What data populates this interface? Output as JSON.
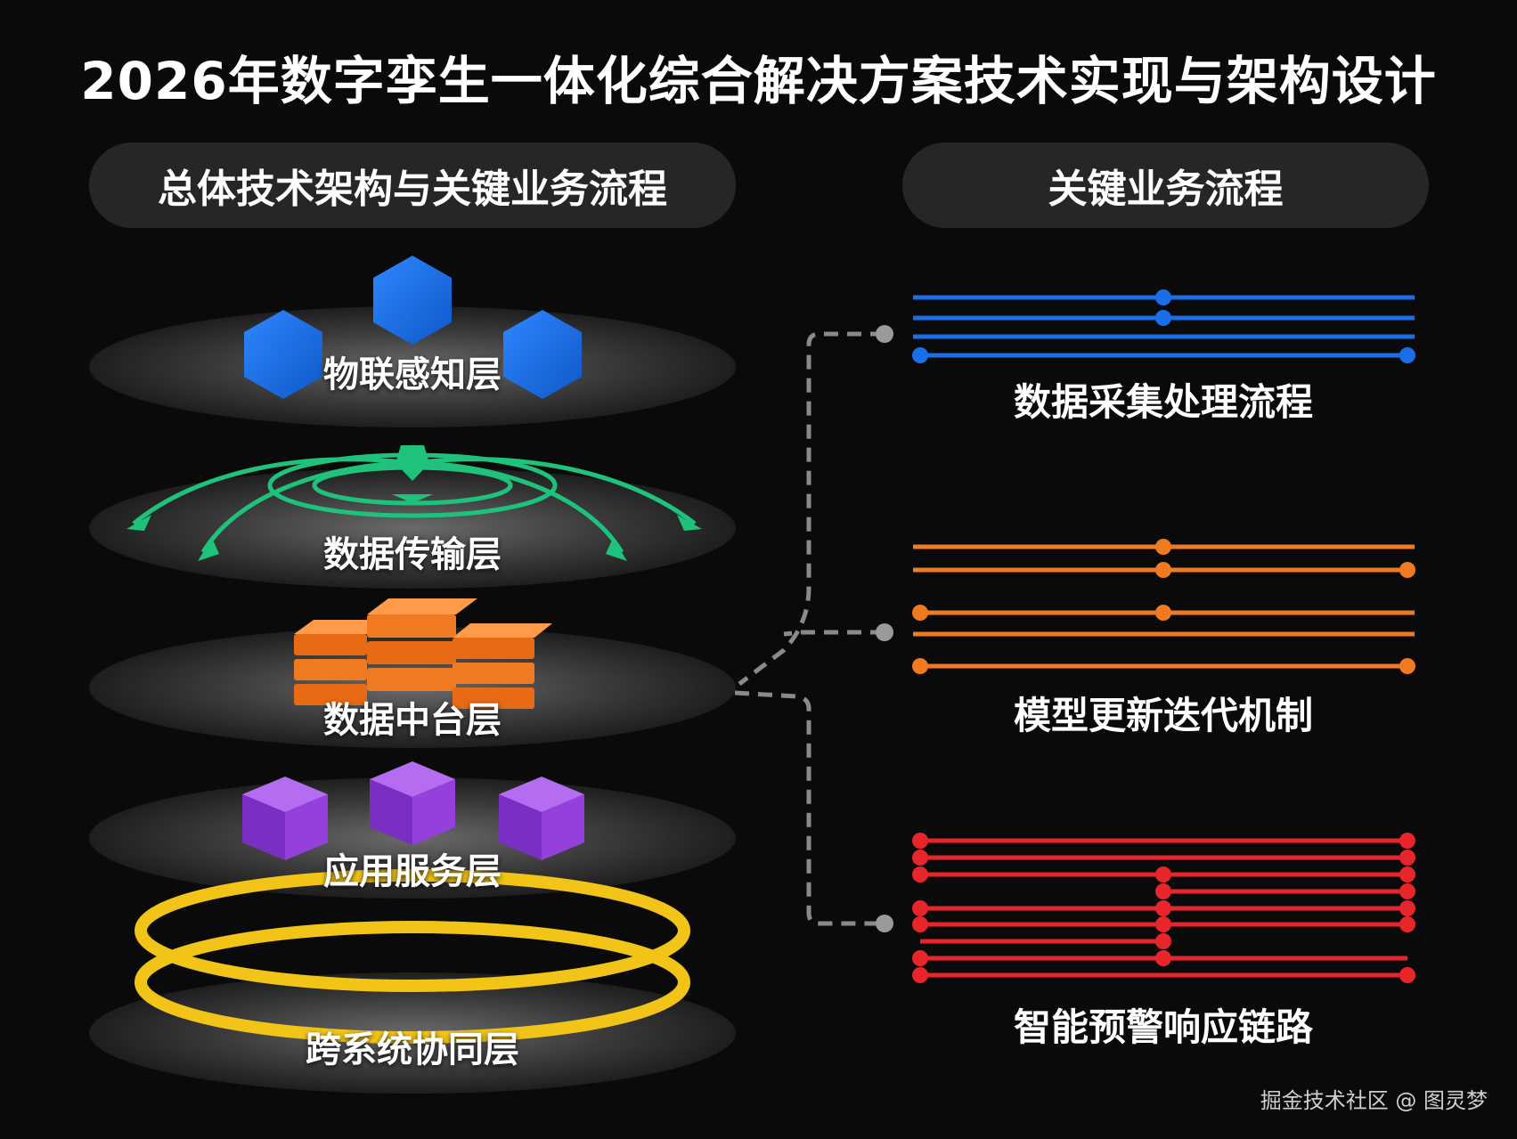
{
  "title": "2026年数字孪生一体化综合解决方案技术实现与架构设计",
  "left_panel": {
    "header": "总体技术架构与关键业务流程",
    "layers": [
      {
        "label": "物联感知层",
        "icon": "hexagon-icon",
        "color": "#1a6fe8"
      },
      {
        "label": "数据传输层",
        "icon": "network-arrows-icon",
        "color": "#1fc27a"
      },
      {
        "label": "数据中台层",
        "icon": "server-stack-icon",
        "color": "#f07a22"
      },
      {
        "label": "应用服务层",
        "icon": "cube-icon",
        "color": "#8a3fd6"
      },
      {
        "label": "跨系统协同层",
        "icon": "ring-icon",
        "color": "#f2c418"
      }
    ]
  },
  "right_panel": {
    "header": "关键业务流程",
    "flows": [
      {
        "label": "数据采集处理流程",
        "color": "#1a6fe8"
      },
      {
        "label": "模型更新迭代机制",
        "color": "#f07a22"
      },
      {
        "label": "智能预警响应链路",
        "color": "#e8252b"
      }
    ]
  },
  "watermark": "掘金技术社区 @ 图灵梦"
}
